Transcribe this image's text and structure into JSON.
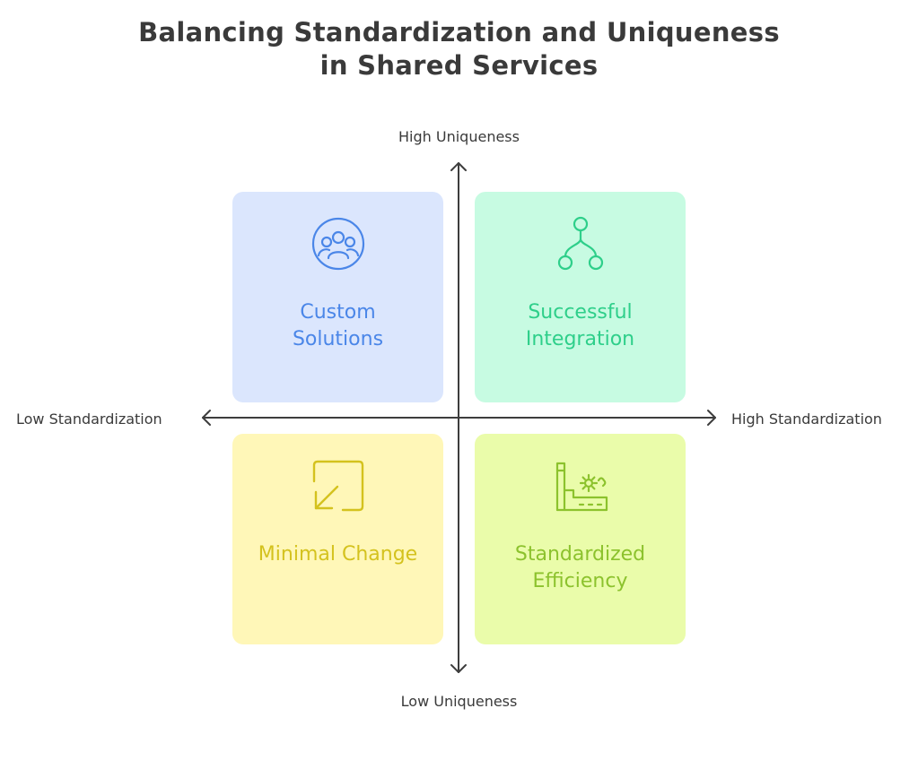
{
  "title": {
    "line1": "Balancing Standardization and Uniqueness",
    "line2": "in Shared Services"
  },
  "axes": {
    "top": "High Uniqueness",
    "bottom": "Low Uniqueness",
    "left": "Low Standardization",
    "right": "High Standardization"
  },
  "quadrants": {
    "top_left": {
      "line1": "Custom",
      "line2": "Solutions",
      "icon": "users-group-icon",
      "color": "#4a86e8",
      "bg": "#dbe6fd"
    },
    "top_right": {
      "line1": "Successful",
      "line2": "Integration",
      "icon": "branch-nodes-icon",
      "color": "#2ecf8a",
      "bg": "#c7fbe2"
    },
    "bottom_left": {
      "line1": "Minimal Change",
      "icon": "arrow-down-left-square-icon",
      "color": "#d4c21e",
      "bg": "#fff7b8"
    },
    "bottom_right": {
      "line1": "Standardized",
      "line2": "Efficiency",
      "icon": "factory-gear-icon",
      "color": "#8cc22d",
      "bg": "#eafcaa"
    }
  }
}
